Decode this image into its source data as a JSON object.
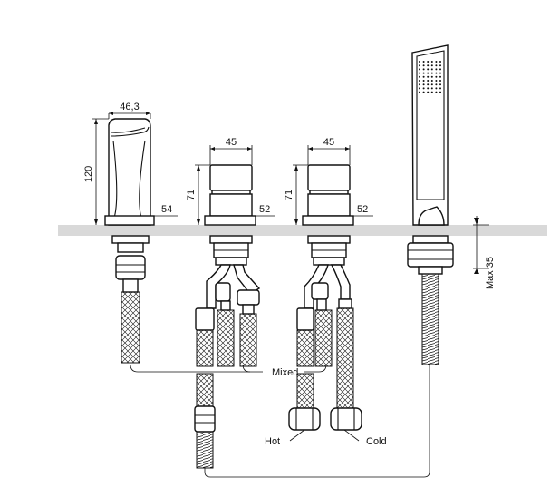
{
  "dimensions": {
    "spout_width": "46,3",
    "spout_height": "120",
    "spout_base": "54",
    "valve1_width": "45",
    "valve1_height": "71",
    "valve1_base": "52",
    "valve2_width": "45",
    "valve2_height": "71",
    "valve2_base": "52",
    "shower_max": "Max 35"
  },
  "labels": {
    "mixed": "Mixed",
    "hot": "Hot",
    "cold": "Cold"
  }
}
